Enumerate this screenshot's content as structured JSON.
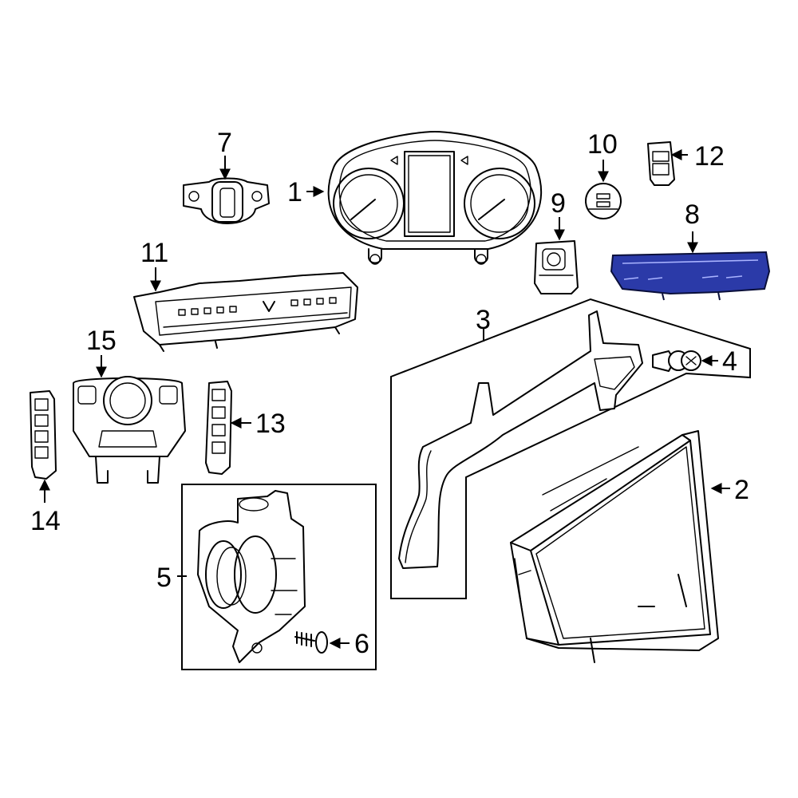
{
  "diagram": {
    "highlight_color": "#2b3aa8",
    "line_color": "#000000",
    "background_color": "#ffffff",
    "callouts": [
      {
        "id": "1",
        "label": "1"
      },
      {
        "id": "2",
        "label": "2"
      },
      {
        "id": "3",
        "label": "3"
      },
      {
        "id": "4",
        "label": "4"
      },
      {
        "id": "5",
        "label": "5"
      },
      {
        "id": "6",
        "label": "6"
      },
      {
        "id": "7",
        "label": "7"
      },
      {
        "id": "8",
        "label": "8"
      },
      {
        "id": "9",
        "label": "9"
      },
      {
        "id": "10",
        "label": "10"
      },
      {
        "id": "11",
        "label": "11"
      },
      {
        "id": "12",
        "label": "12"
      },
      {
        "id": "13",
        "label": "13"
      },
      {
        "id": "14",
        "label": "14"
      },
      {
        "id": "15",
        "label": "15"
      }
    ],
    "highlighted_part": "8"
  }
}
